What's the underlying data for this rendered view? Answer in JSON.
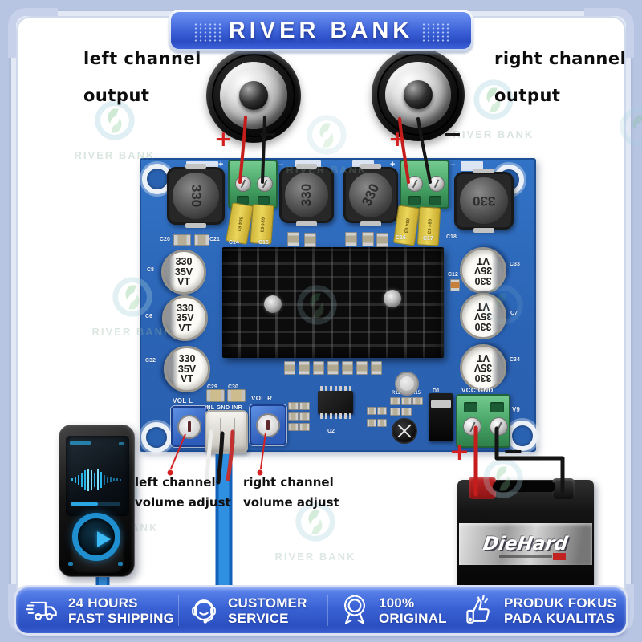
{
  "banner": {
    "title": "RIVER BANK"
  },
  "watermark": {
    "brand": "RIVER BANK"
  },
  "annotations": {
    "left_output": [
      "left channel",
      "output"
    ],
    "right_output": [
      "right channel",
      "output"
    ],
    "left_volume": [
      "left channel",
      "volume adjust"
    ],
    "right_volume": [
      "right channel",
      "volume adjust"
    ],
    "plus": "+",
    "minus": "−"
  },
  "board": {
    "inductor_marking": "330",
    "film_cap_marking": "684 63",
    "cap_marking": [
      "330",
      "35V",
      "VT"
    ],
    "silk": {
      "vol_l": "VOL L",
      "vol_r": "VOL R",
      "audio_in": "INL GND INR",
      "power": "VCC GND",
      "v9": "V9",
      "u2": "U2",
      "d1": "D1",
      "r_cluster": "R11 R10 R15",
      "c20": "C20",
      "c21": "C21",
      "c14": "C14",
      "c15": "C15",
      "c16": "C16",
      "c17": "C17",
      "c18": "C18",
      "c8": "C8",
      "c6": "C6",
      "c32": "C32",
      "c12": "C12",
      "c33": "C33",
      "c7": "C7",
      "c34": "C34",
      "c29": "C29",
      "c30": "C30"
    }
  },
  "battery": {
    "brand": "DieHard"
  },
  "badges": [
    {
      "icon": "truck-icon",
      "lines": [
        "24 HOURS",
        "FAST SHIPPING"
      ]
    },
    {
      "icon": "headset-icon",
      "lines": [
        "CUSTOMER",
        "SERVICE"
      ]
    },
    {
      "icon": "medal-icon",
      "lines": [
        "100%",
        "ORIGINAL"
      ]
    },
    {
      "icon": "thumbs-up-icon",
      "lines": [
        "PRODUK FOKUS",
        "PADA KUALITAS"
      ]
    }
  ],
  "colors": {
    "canvas_bg": "#b7c4e2",
    "banner_blue": "#3a5fd6",
    "pcb_blue": "#2f6fc0",
    "terminal_green": "#54b474",
    "wire_red": "#c51c1c",
    "wire_black": "#161616",
    "cable_blue": "#1b7ce0",
    "badge_bar_blue": "#3a62d4"
  }
}
